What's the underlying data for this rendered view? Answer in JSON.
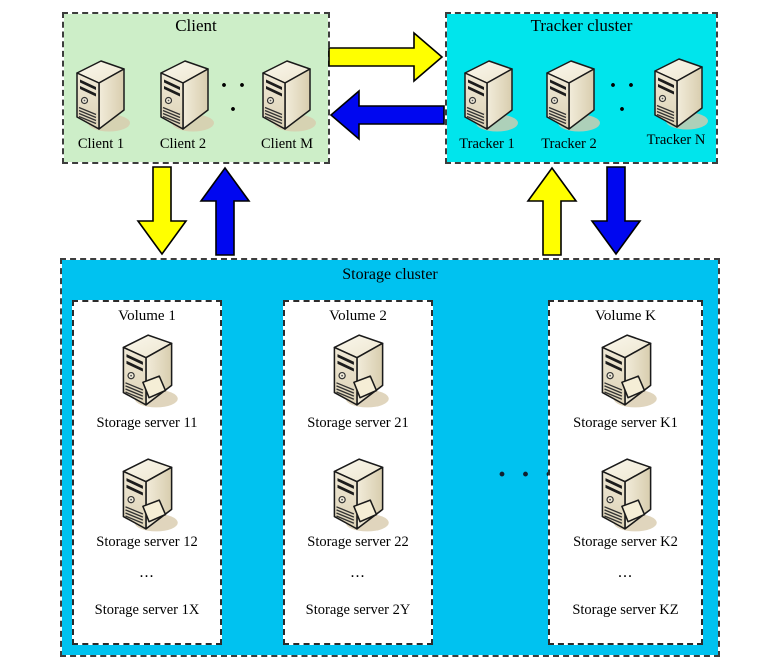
{
  "client": {
    "title": "Client",
    "servers": [
      "Client 1",
      "Client 2",
      "Client M"
    ],
    "dots": "· · ·"
  },
  "tracker": {
    "title": "Tracker cluster",
    "servers": [
      "Tracker 1",
      "Tracker 2",
      "Tracker N"
    ],
    "dots": "· · ·"
  },
  "storage": {
    "title": "Storage cluster",
    "dots": "· · ·",
    "volumes": [
      {
        "title": "Volume 1",
        "rows": [
          "Storage server 11",
          "Storage server 12",
          "...",
          "Storage server 1X"
        ]
      },
      {
        "title": "Volume 2",
        "rows": [
          "Storage server 21",
          "Storage server 22",
          "...",
          "Storage server 2Y"
        ]
      },
      {
        "title": "Volume K",
        "rows": [
          "Storage server K1",
          "Storage server K2",
          "...",
          "Storage server KZ"
        ]
      }
    ]
  },
  "icons": {
    "server": "server-tower-icon",
    "storage_server": "server-tower-with-page-icon"
  },
  "colors": {
    "client_bg": "#CDEEC8",
    "tracker_bg": "#00E5EC",
    "storage_bg": "#00C2F0",
    "arrow_yellow": "#FFFF00",
    "arrow_blue": "#0007F0",
    "border_dark": "#3D3D3D",
    "volume_bg": "#FFFFFF",
    "text": "#000000"
  }
}
